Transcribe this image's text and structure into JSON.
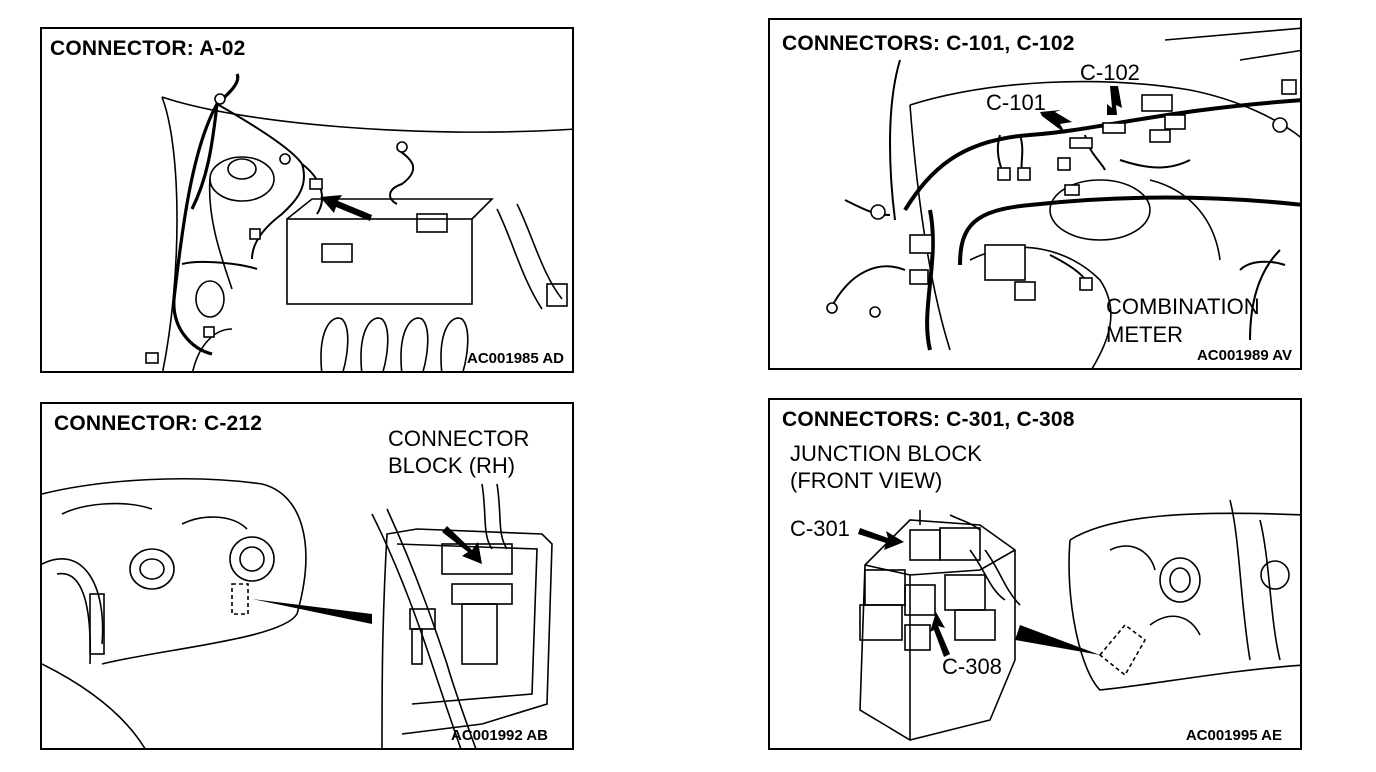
{
  "panels": [
    {
      "title": "CONNECTOR: A-02",
      "code": "AC001985 AD"
    },
    {
      "title": "CONNECTORS: C-101, C-102",
      "code": "AC001989 AV",
      "labels": {
        "c101": "C-101",
        "c102": "C-102",
        "combination_line1": "COMBINATION",
        "combination_line2": "METER"
      }
    },
    {
      "title": "CONNECTOR: C-212",
      "code": "AC001992 AB",
      "labels": {
        "block_line1": "CONNECTOR",
        "block_line2": "BLOCK (RH)"
      }
    },
    {
      "title": "CONNECTORS: C-301, C-308",
      "code": "AC001995 AE",
      "labels": {
        "junction_line1": "JUNCTION BLOCK",
        "junction_line2": "(FRONT VIEW)",
        "c301": "C-301",
        "c308": "C-308"
      }
    }
  ]
}
